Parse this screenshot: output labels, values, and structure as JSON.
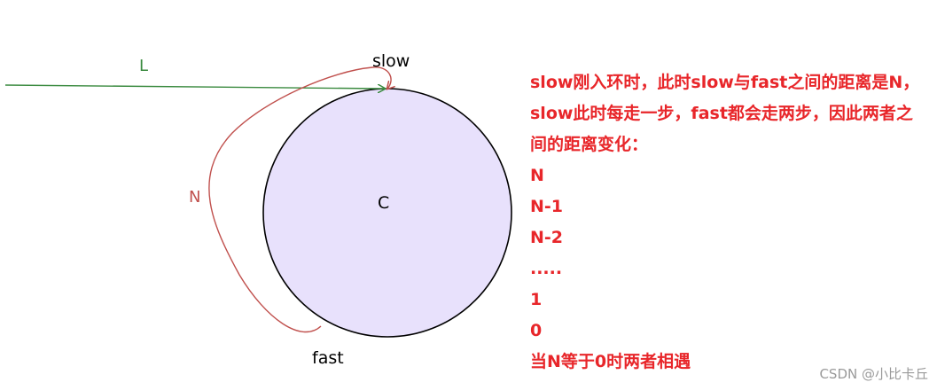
{
  "labels": {
    "line": "L",
    "slow": "slow",
    "fast": "fast",
    "distance": "N",
    "cycle": "C"
  },
  "notes": [
    "slow刚入环时，此时slow与fast之间的距离是N，",
    "slow此时每走一步，fast都会走两步，因此两者之",
    "间的距离变化：",
    "N",
    "N-1",
    "N-2",
    ".....",
    "1",
    "0",
    "当N等于0时两者相遇"
  ],
  "watermark": "CSDN @小比卡丘",
  "colors": {
    "circle_fill": "#e8e1fc",
    "line_color": "#3a8a3f",
    "arc_color": "#c0504d",
    "note_color": "#e8262a"
  }
}
